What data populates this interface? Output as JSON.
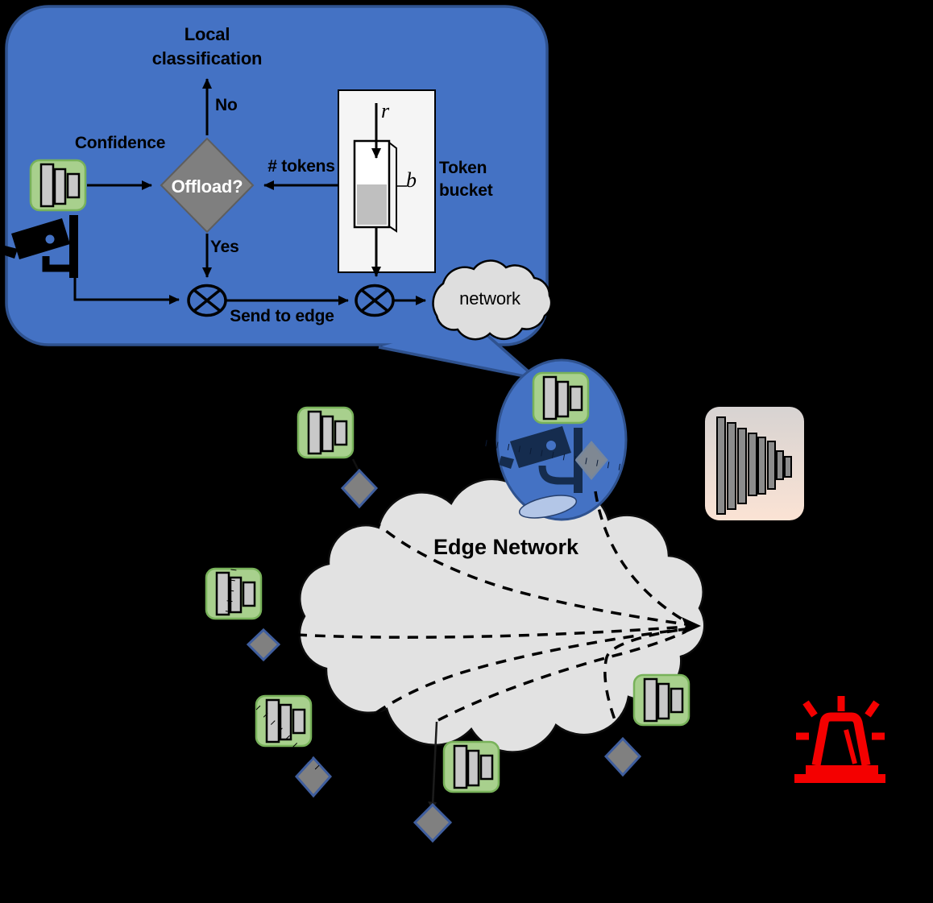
{
  "figure": {
    "callout": {
      "local_classification": "Local classification",
      "no_label": "No",
      "confidence_label": "Confidence",
      "offload_question": "Offload?",
      "num_tokens_label": "# tokens",
      "rate_symbol": "r",
      "bucket_symbol": "b",
      "token_bucket_label": "Token bucket",
      "yes_label": "Yes",
      "send_to_edge_label": "Send to edge",
      "network_label": "network"
    },
    "edge_cloud_label": "Edge Network",
    "colors": {
      "callout_blue": "#4472C4",
      "callout_border": "#2F528F",
      "decision_diamond_gray": "#7F7F7F",
      "device_diamond_gray": "#808080",
      "device_diamond_border": "#3F5E9E",
      "nn_icon_green": "#A8D08D",
      "nn_bar_gray": "#C8C8C8",
      "cloud_gray": "#E2E2E2",
      "camera_black": "#000000",
      "camera_navy": "#152C4E",
      "siren_red": "#F40000"
    },
    "icons": [
      "cctv-camera-icon",
      "nn-model-icon",
      "multiply-node-icon",
      "token-bucket-icon",
      "edge-server-nn-icon",
      "alarm-siren-icon",
      "device-diamond-icon",
      "network-cloud-icon"
    ]
  }
}
